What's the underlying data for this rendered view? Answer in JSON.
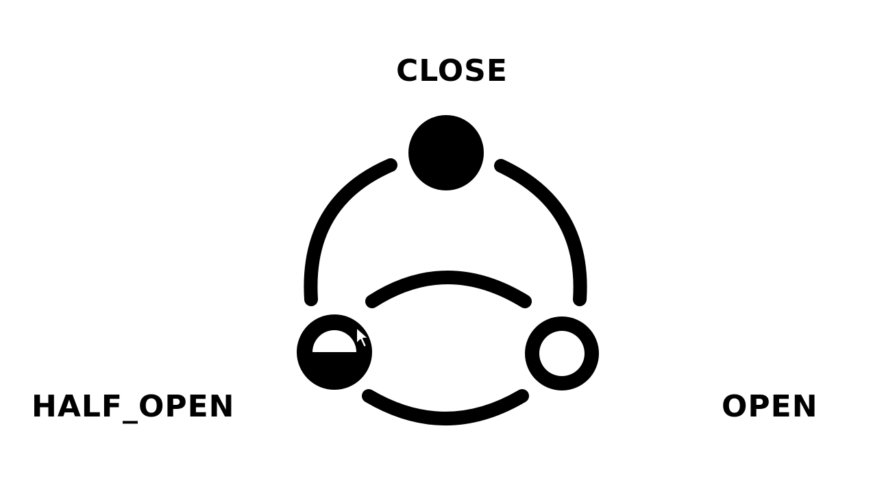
{
  "states": {
    "close": {
      "label": "CLOSE"
    },
    "half_open": {
      "label": "HALF_OPEN"
    },
    "open": {
      "label": "OPEN"
    }
  },
  "colors": {
    "background": "#ffffff",
    "foreground": "#000000"
  },
  "icons": {
    "close_node": "filled-circle-icon",
    "half_open_node": "half-filled-circle-icon",
    "open_node": "hollow-circle-icon",
    "cursor": "mouse-pointer-icon"
  }
}
